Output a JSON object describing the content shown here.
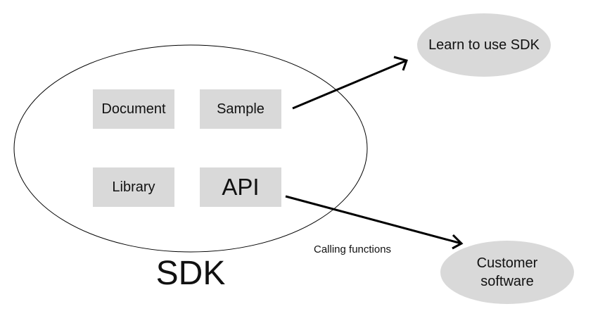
{
  "diagram": {
    "container": {
      "label": "SDK"
    },
    "components": [
      {
        "id": "document",
        "label": "Document"
      },
      {
        "id": "sample",
        "label": "Sample"
      },
      {
        "id": "library",
        "label": "Library"
      },
      {
        "id": "api",
        "label": "API"
      }
    ],
    "targets": [
      {
        "id": "learn",
        "label": "Learn to use SDK"
      },
      {
        "id": "customer",
        "label": "Customer software"
      }
    ],
    "edges": [
      {
        "from": "sample",
        "to": "learn",
        "label": ""
      },
      {
        "from": "api",
        "to": "customer",
        "label": "Calling functions"
      }
    ],
    "colors": {
      "box_fill": "#d9d9d9",
      "stroke": "#000000",
      "background": "#ffffff"
    }
  }
}
